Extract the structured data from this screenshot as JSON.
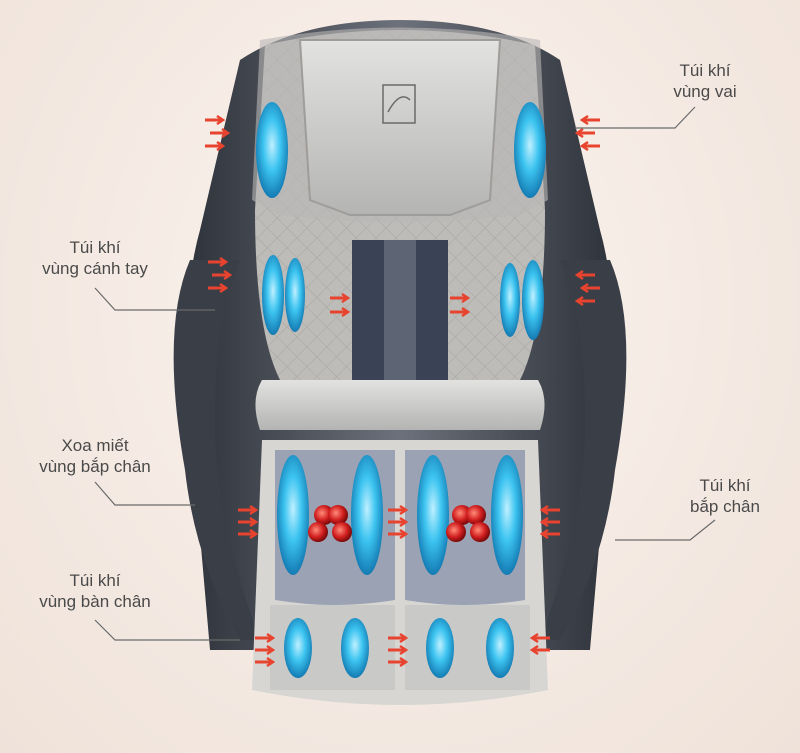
{
  "labels": {
    "shoulder": [
      "Túi khí",
      "vùng vai"
    ],
    "arm": [
      "Túi khí",
      "vùng cánh tay"
    ],
    "calf_massage": [
      "Xoa miết",
      "vùng bắp chân"
    ],
    "calf": [
      "Túi khí",
      "bắp chân"
    ],
    "foot": [
      "Túi khí",
      "vùng bàn chân"
    ]
  },
  "colors": {
    "background": "#f3e9e2",
    "airbag": "#29b6e8",
    "roller": "#d21f1f",
    "arrow": "#e8432f",
    "frame": "#4b4f5a",
    "upholstery": "#c9c9c7",
    "label_text": "#4a4a4a"
  }
}
